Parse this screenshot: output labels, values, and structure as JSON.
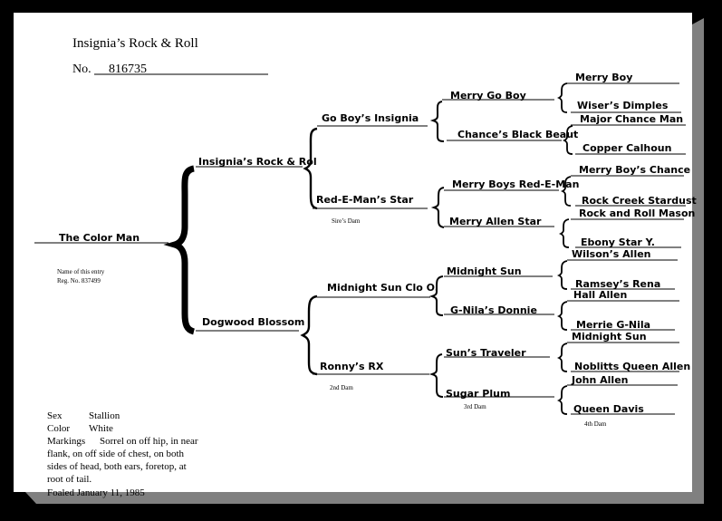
{
  "header": {
    "title": "Insignia’s Rock & Roll",
    "reg_prefix": "No.",
    "reg_number": "816735"
  },
  "subject": {
    "name": "The Color Man",
    "note_line1": "Name of this entry",
    "note_line2": "Reg. No. 837499"
  },
  "pedigree": {
    "sire": "Insignia’s Rock & Rol",
    "dam": "Dogwood Blossom",
    "sire_sire": "Go Boy’s Insignia",
    "sire_dam": "Red-E-Man’s Star",
    "sire_dam_note": "Sire’s Dam",
    "dam_sire": "Midnight Sun Clo O.",
    "dam_dam": "Ronny’s RX",
    "dam_dam_note": "2nd Dam",
    "g3": [
      "Merry Go Boy",
      "Chance’s Black Beaut",
      "Merry Boys Red-E-Man",
      "Merry Allen Star",
      "Midnight Sun",
      "G-Nila’s Donnie",
      "Sun’s Traveler",
      "Sugar Plum"
    ],
    "g3_note": "3rd Dam",
    "g4": [
      "Merry Boy",
      "Wiser’s Dimples",
      "Major Chance Man",
      "Copper Calhoun",
      "Merry Boy’s Chance",
      "Rock Creek Stardust",
      "Rock and Roll Mason",
      "Ebony Star Y.",
      "Wilson’s Allen",
      "Ramsey’s Rena",
      "Hall Allen",
      "Merrie G-Nila",
      "Midnight Sun",
      "Noblitts Queen Allen",
      "John Allen",
      "Queen Davis"
    ],
    "g4_note": "4th Dam"
  },
  "info": {
    "sex_label": "Sex",
    "sex_value": "Stallion",
    "color_label": "Color",
    "color_value": "White",
    "markings_label": "Markings",
    "markings_value": "Sorrel on off hip, in near",
    "markings_line2": "flank, on off side of chest, on both",
    "markings_line3": "sides of head, both ears, foretop, at",
    "markings_line4": "root of tail.",
    "foaled": "Foaled January 11, 1985"
  },
  "colors": {
    "background": "#000000",
    "page": "#ffffff",
    "shadow": "#808080",
    "ink": "#000000"
  }
}
